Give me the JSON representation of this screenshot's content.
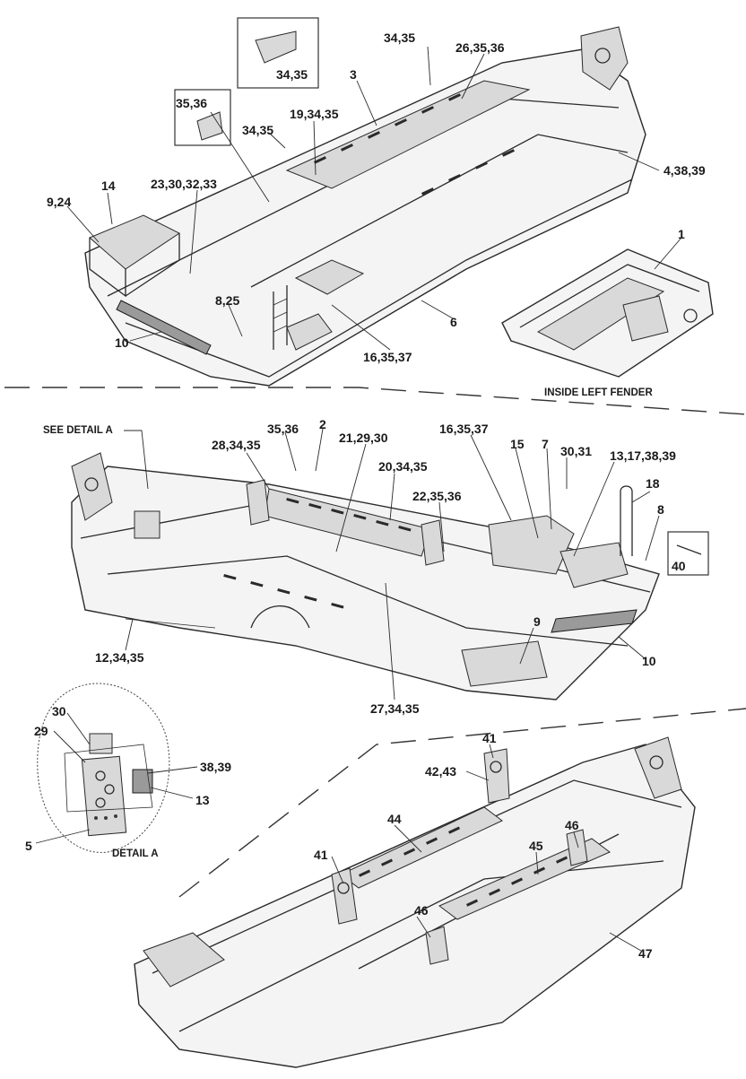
{
  "captions": {
    "inside_left_fender": "INSIDE  LEFT FENDER",
    "see_detail_a": "SEE DETAIL A",
    "detail_a": "DETAIL A"
  },
  "view1": {
    "labels": [
      "34,35",
      "26,35,36",
      "3",
      "35,36",
      "34,35",
      "19,34,35",
      "34,35",
      "4,38,39",
      "14",
      "9,24",
      "23,30,32,33",
      "1",
      "8,25",
      "6",
      "10",
      "16,35,37"
    ]
  },
  "view2": {
    "labels": [
      "35,36",
      "2",
      "16,35,37",
      "15",
      "7",
      "30,31",
      "13,17,38,39",
      "28,34,35",
      "21,29,30",
      "20,34,35",
      "22,35,36",
      "18",
      "8",
      "40",
      "12,34,35",
      "9",
      "10",
      "27,34,35"
    ]
  },
  "detail_a": {
    "labels": [
      "30",
      "29",
      "38,39",
      "13",
      "5"
    ]
  },
  "view3": {
    "labels": [
      "41",
      "42,43",
      "44",
      "46",
      "45",
      "41",
      "46",
      "47"
    ]
  }
}
